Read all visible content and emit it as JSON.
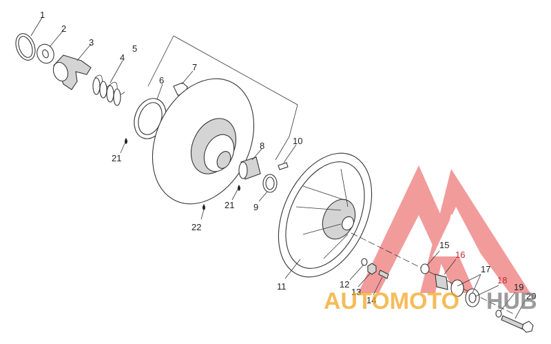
{
  "diagram": {
    "callouts": [
      {
        "id": "1",
        "text": "1",
        "color": "#222222"
      },
      {
        "id": "2",
        "text": "2",
        "color": "#222222"
      },
      {
        "id": "3",
        "text": "3",
        "color": "#222222"
      },
      {
        "id": "4",
        "text": "4",
        "color": "#222222"
      },
      {
        "id": "5",
        "text": "5",
        "color": "#222222"
      },
      {
        "id": "6",
        "text": "6",
        "color": "#222222"
      },
      {
        "id": "7",
        "text": "7",
        "color": "#222222"
      },
      {
        "id": "8",
        "text": "8",
        "color": "#222222"
      },
      {
        "id": "9",
        "text": "9",
        "color": "#222222"
      },
      {
        "id": "10",
        "text": "10",
        "color": "#222222"
      },
      {
        "id": "11",
        "text": "11",
        "color": "#222222"
      },
      {
        "id": "12",
        "text": "12",
        "color": "#222222"
      },
      {
        "id": "13",
        "text": "13",
        "color": "#222222"
      },
      {
        "id": "14",
        "text": "14",
        "color": "#222222"
      },
      {
        "id": "15",
        "text": "15",
        "color": "#222222"
      },
      {
        "id": "16",
        "text": "16",
        "color": "#c42a2a"
      },
      {
        "id": "17",
        "text": "17",
        "color": "#222222"
      },
      {
        "id": "18",
        "text": "18",
        "color": "#c42a2a"
      },
      {
        "id": "19",
        "text": "19",
        "color": "#222222"
      },
      {
        "id": "20",
        "text": "20",
        "color": "#222222"
      },
      {
        "id": "21a",
        "text": "21",
        "color": "#222222"
      },
      {
        "id": "21b",
        "text": "21",
        "color": "#222222"
      },
      {
        "id": "22",
        "text": "22",
        "color": "#222222"
      }
    ]
  },
  "watermark": {
    "text": "AUTOMOTO HUB",
    "auto_part": "AUTOMOTO",
    "hub_part": "HUB",
    "auto_color": "#f2a623",
    "hub_color": "#7a7a7a",
    "triangle_color": "#e84a4a"
  }
}
